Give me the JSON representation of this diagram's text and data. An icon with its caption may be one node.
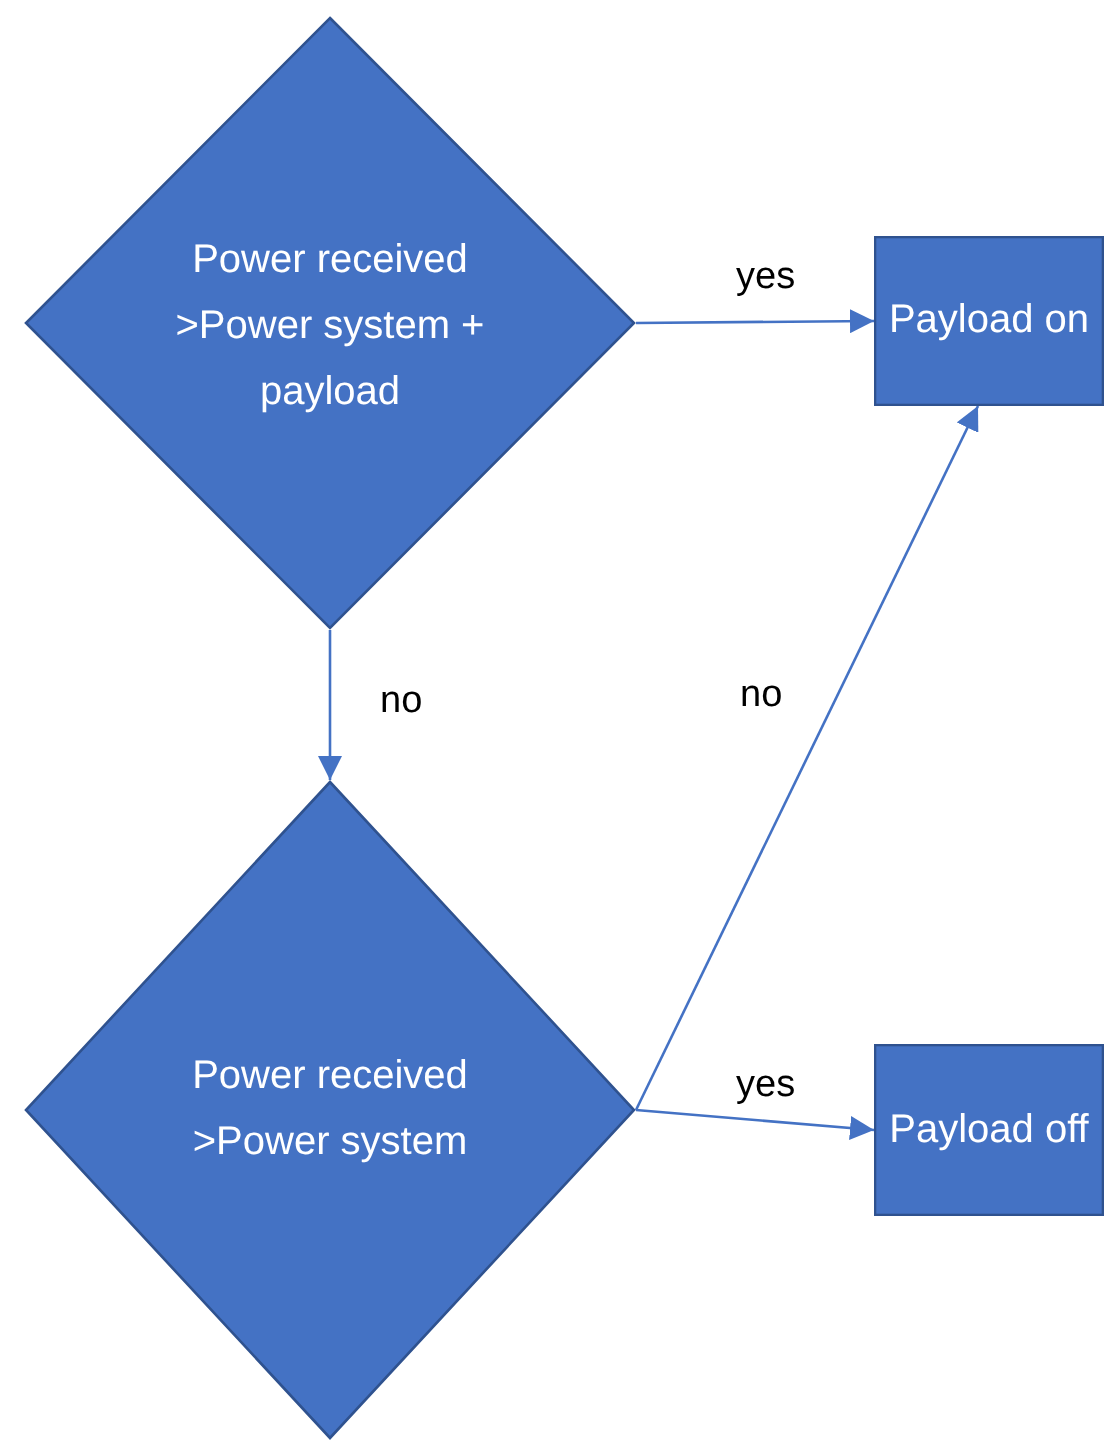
{
  "diagram": {
    "nodes": [
      {
        "text": [
          "Power received >Power system + payload"
        ]
      },
      {
        "text": [
          "Payload on"
        ]
      },
      {
        "text": [
          "Power received >Power system"
        ]
      },
      {
        "text": [
          "Payload off"
        ]
      }
    ],
    "edges": [
      {
        "from": 0,
        "to": 1,
        "arrow": "to",
        "label": "yes"
      },
      {
        "from": 0,
        "to": 2,
        "arrow": "to",
        "label": "no"
      },
      {
        "from": 2,
        "to": 1,
        "arrow": "to",
        "label": "no"
      },
      {
        "from": 2,
        "to": 3,
        "arrow": "to",
        "label": "yes"
      }
    ]
  }
}
